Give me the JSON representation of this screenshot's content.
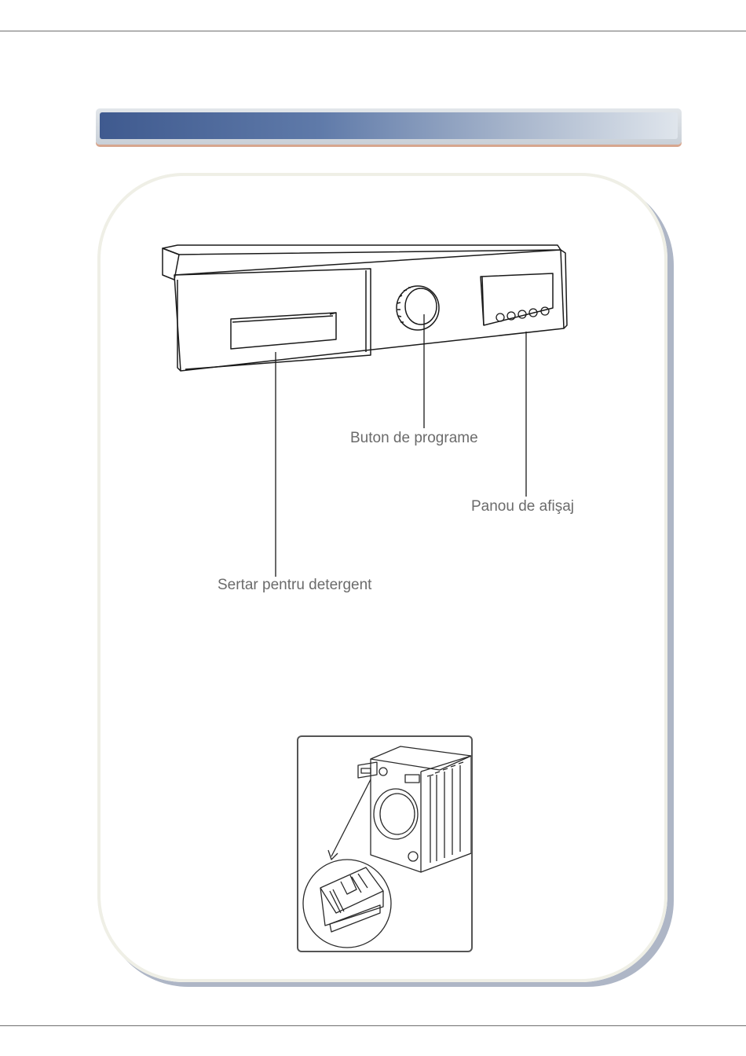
{
  "labels": {
    "program_knob": "Buton de programe",
    "display_panel": "Panou de afişaj",
    "detergent_drawer": "Sertar pentru detergent"
  }
}
